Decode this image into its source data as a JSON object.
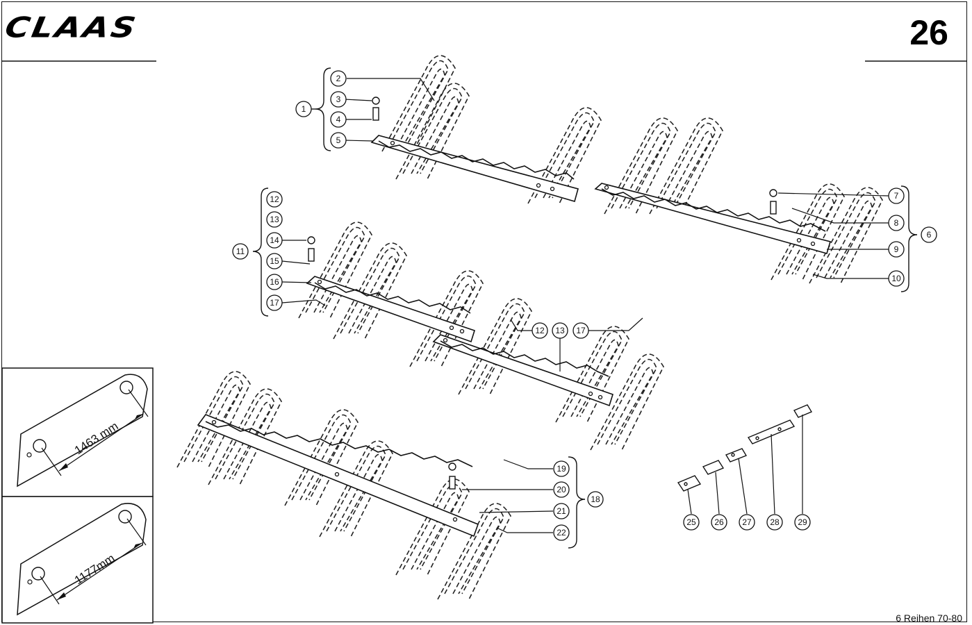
{
  "header": {
    "brand": "CLAAS",
    "page_number": "26"
  },
  "footer": {
    "label": "6 Reihen  70-80"
  },
  "callouts": {
    "c1": "1",
    "c2": "2",
    "c3": "3",
    "c4": "4",
    "c5": "5",
    "c6": "6",
    "c7": "7",
    "c8": "8",
    "c9": "9",
    "c10": "10",
    "c11": "11",
    "c12": "12",
    "c13": "13",
    "c14": "14",
    "c15": "15",
    "c16": "16",
    "c17": "17",
    "c18": "18",
    "c19": "19",
    "c20": "20",
    "c21": "21",
    "c22": "22",
    "c25": "25",
    "c26": "26",
    "c27": "27",
    "c28": "28",
    "c29": "29"
  },
  "insets": {
    "top_measure": "1463 mm",
    "bottom_measure": "1177mm"
  }
}
